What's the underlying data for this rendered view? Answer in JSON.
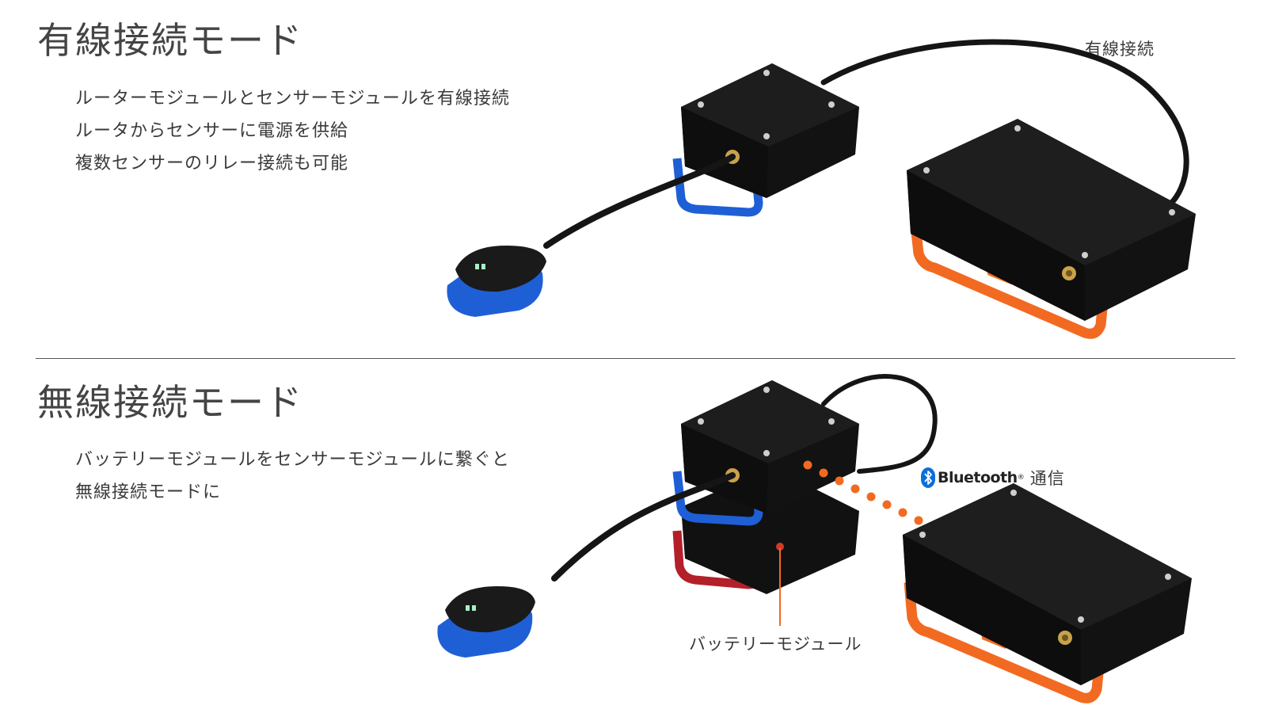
{
  "wired_section": {
    "title": "有線接続モード",
    "bullets": [
      "ルーターモジュールとセンサーモジュールを有線接続",
      "ルータからセンサーに電源を供給",
      "複数センサーのリレー接続も可能"
    ],
    "cable_label": "有線接続"
  },
  "wireless_section": {
    "title": "無線接続モード",
    "bullets": [
      "バッテリーモジュールをセンサーモジュールに繋ぐと",
      "無線接続モードに"
    ],
    "bluetooth_word": "Bluetooth",
    "bluetooth_reg": "®",
    "comm_label": "通信",
    "battery_label": "バッテリーモジュール"
  },
  "colors": {
    "router_accent": "#f26a21",
    "sensor_accent": "#1f5fd6",
    "battery_accent": "#b3202a",
    "signal_dots": "#f26a21",
    "bluetooth_blue": "#0a6fd8",
    "device_body": "#111111"
  },
  "icons": {
    "bluetooth": "bluetooth-icon"
  }
}
